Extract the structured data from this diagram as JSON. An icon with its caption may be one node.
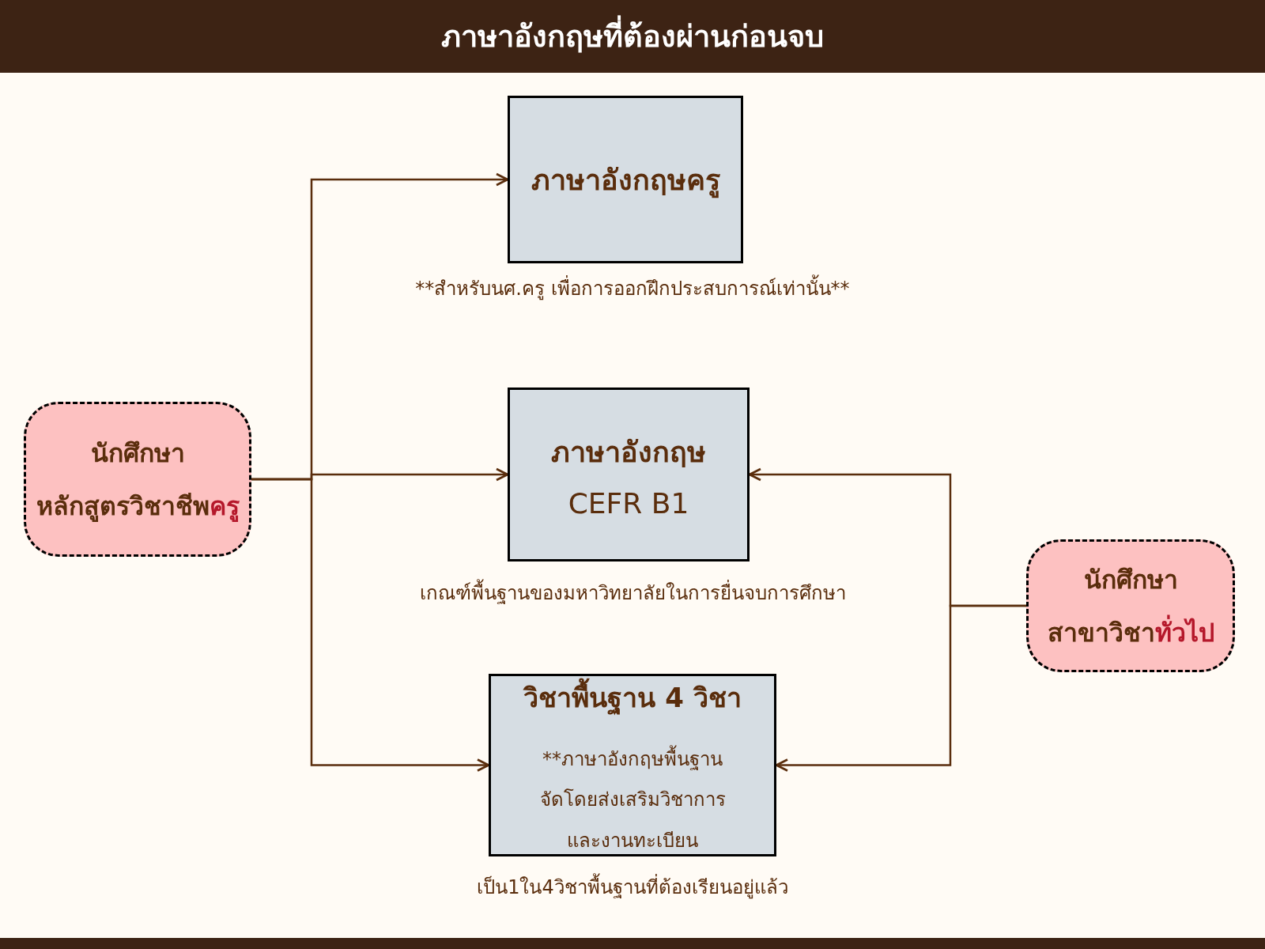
{
  "diagram": {
    "title": "ภาษาอังกฤษที่ต้องผ่านก่อนจบ",
    "nodes": [
      {
        "text": [
          "นักศึกษา",
          "หลักสูตรวิชาชีพครู"
        ]
      },
      {
        "text": [
          "ภาษาอังกฤษครู"
        ],
        "beside": [
          "**สำหรับนศ.ครู เพื่อการออกฝึกประสบการณ์เท่านั้น**"
        ]
      },
      {
        "text": [
          "ภาษาอังกฤษ",
          "CEFR B1"
        ],
        "beside": [
          "เกณฑ์พื้นฐานของมหาวิทยาลัยในการยื่นจบการศึกษา"
        ]
      },
      {
        "text": [
          "วิชาพื้นฐาน 4 วิชา",
          "**ภาษาอังกฤษพื้นฐาน จัดโดยส่งเสริมวิชาการ และงานทะเบียน"
        ],
        "beside": [
          "เป็น1ใน4วิชาพื้นฐานที่ต้องเรียนอยู่แล้ว"
        ]
      },
      {
        "text": [
          "นักศึกษา",
          "สาขาวิชาทั่วไป"
        ]
      }
    ],
    "edges": [
      {
        "from": 0,
        "to": 1,
        "arrow": "to"
      },
      {
        "from": 0,
        "to": 2,
        "arrow": "to"
      },
      {
        "from": 0,
        "to": 3,
        "arrow": "to"
      },
      {
        "from": 4,
        "to": 2,
        "arrow": "to"
      },
      {
        "from": 4,
        "to": 3,
        "arrow": "to"
      }
    ]
  }
}
